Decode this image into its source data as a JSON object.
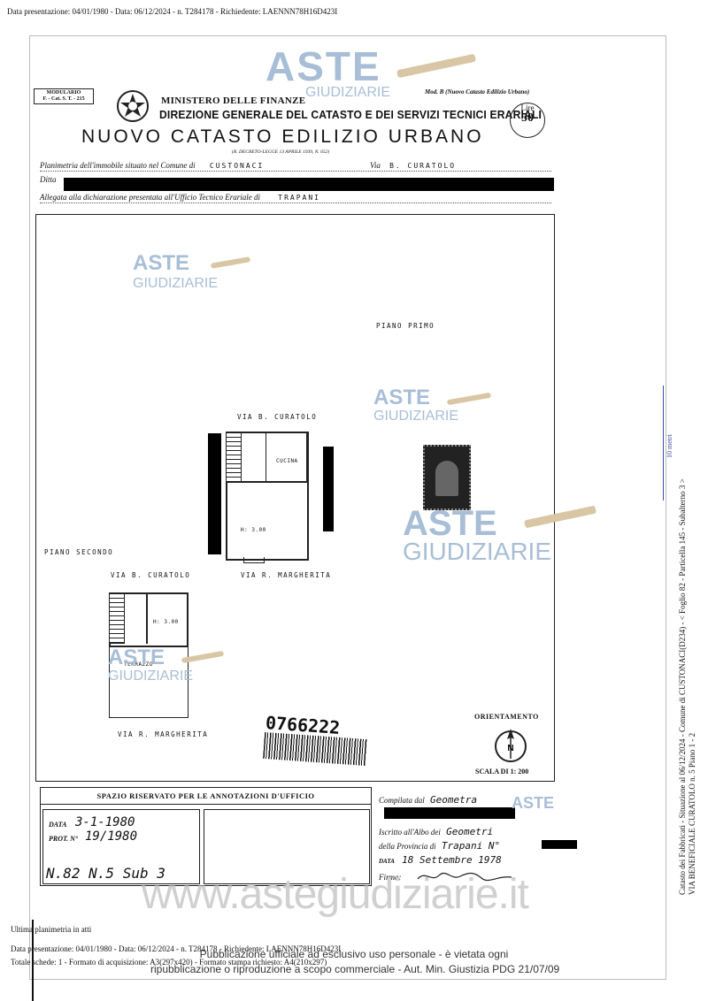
{
  "header_line": "Data presentazione: 04/01/1980 - Data: 06/12/2024 - n. T284178 - Richiedente: LAENNN78H16D423I",
  "form": {
    "modulario": "MODULARIO",
    "modulario_code": "F. - Cat. S. T. - 215",
    "ministry": "MINISTERO DELLE FINANZE",
    "direction": "DIREZIONE GENERALE DEL CATASTO E DEI SERVIZI TECNICI ERARIALI",
    "title": "NUOVO CATASTO EDILIZIO URBANO",
    "decreto": "(R. DECRETO-LEGGE 13 APRILE 1939, N. 652)",
    "model": "Mod. B (Nuovo Catasto Edilizio Urbano)",
    "stamp_top": "Lire",
    "stamp_value": "50"
  },
  "fields": {
    "planimetria_label": "Planimetria dell'immobile situato nel Comune di",
    "comune": "CUSTONACI",
    "via_label": "Via",
    "via": "B. CURATOLO",
    "ditta_label": "Ditta",
    "allegata_label": "Allegata alla dichiarazione presentata all'Ufficio Tecnico Erariale di",
    "ufficio": "TRAPANI"
  },
  "plan": {
    "piano_primo": "PIANO  PRIMO",
    "via_top": "VIA  B. CURATOLO",
    "cucina": "CUCINA",
    "h300_a": "H: 3.00",
    "via_bottom": "VIA  R. MARGHERITA",
    "piano_secondo": "PIANO   SECONDO",
    "via_top_2": "VIA  B. CURATOLO",
    "h300_b": "H: 3.00",
    "terrazzo": "TERRAZZO",
    "via_bottom_2": "VIA  R. MARGHERITA",
    "barcode": "0766222",
    "orientamento": "ORIENTAMENTO",
    "north": "N",
    "scala": "SCALA DI 1: 200"
  },
  "annotations": {
    "header": "SPAZIO RISERVATO PER LE ANNOTAZIONI D'UFFICIO",
    "data_label": "DATA",
    "data_value": "3-1-1980",
    "prot_label": "PROT. N°",
    "prot_value": "19/1980",
    "extra": "N.82  N.5  Sub 3",
    "compilata_label": "Compilata dal",
    "compilata_value": "Geometra",
    "iscritto_label": "Iscritto all'Albo dei",
    "iscritto_value": "Geometri",
    "provincia_label": "della Provincia di",
    "provincia_value": "Trapani N°",
    "data2_label": "DATA",
    "data2_value": "18 Settembre 1978",
    "firma_label": "Firma:"
  },
  "watermark": {
    "main": "ASTE",
    "sub": "GIUDIZIARIE",
    "url": "www.astegiudiziarie.it"
  },
  "footer": {
    "ultima": "Ultima planimetria in atti",
    "line1": "Data presentazione: 04/01/1980 - Data: 06/12/2024 - n. T284178 - Richiedente: LAENNN78H16D423I",
    "line2": "Totale schede: 1 - Formato di acquisizione: A3(297x420) - Formato stampa richiesto: A4(210x297)",
    "pub1": "Pubblicazione ufficiale ad esclusivo uso personale - è vietata ogni",
    "pub2": "ripubblicazione o riproduzione a scopo commerciale - Aut. Min. Giustizia PDG 21/07/09"
  },
  "side": {
    "line1": "Catasto dei Fabbricati - Situazione al 06/12/2024 - Comune di CUSTONACI(D234) - < Foglio 82 - Particella 145 - Subalterno 3 >",
    "line2": "VIA BENEFICIALE CURATOLO n. 5 Piano 1 - 2",
    "scale": "10 metri"
  }
}
